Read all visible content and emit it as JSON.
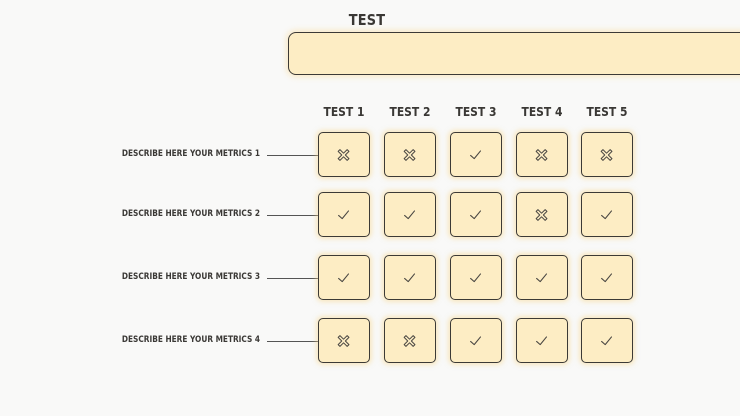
{
  "header": {
    "title": "TEST"
  },
  "columns": [
    "TEST 1",
    "TEST 2",
    "TEST 3",
    "TEST 4",
    "TEST 5"
  ],
  "rows": [
    {
      "label": "DESCRIBE HERE YOUR METRICS 1",
      "results": [
        "cross",
        "cross",
        "check",
        "cross",
        "cross"
      ]
    },
    {
      "label": "DESCRIBE HERE YOUR METRICS 2",
      "results": [
        "check",
        "check",
        "check",
        "cross",
        "check"
      ]
    },
    {
      "label": "DESCRIBE HERE YOUR METRICS 3",
      "results": [
        "check",
        "check",
        "check",
        "check",
        "check"
      ]
    },
    {
      "label": "DESCRIBE HERE YOUR METRICS 4",
      "results": [
        "cross",
        "cross",
        "check",
        "check",
        "check"
      ]
    }
  ],
  "colors": {
    "cell_fill": "#fdedc4",
    "outline": "#3c3a36",
    "glow": "#fad78c"
  }
}
